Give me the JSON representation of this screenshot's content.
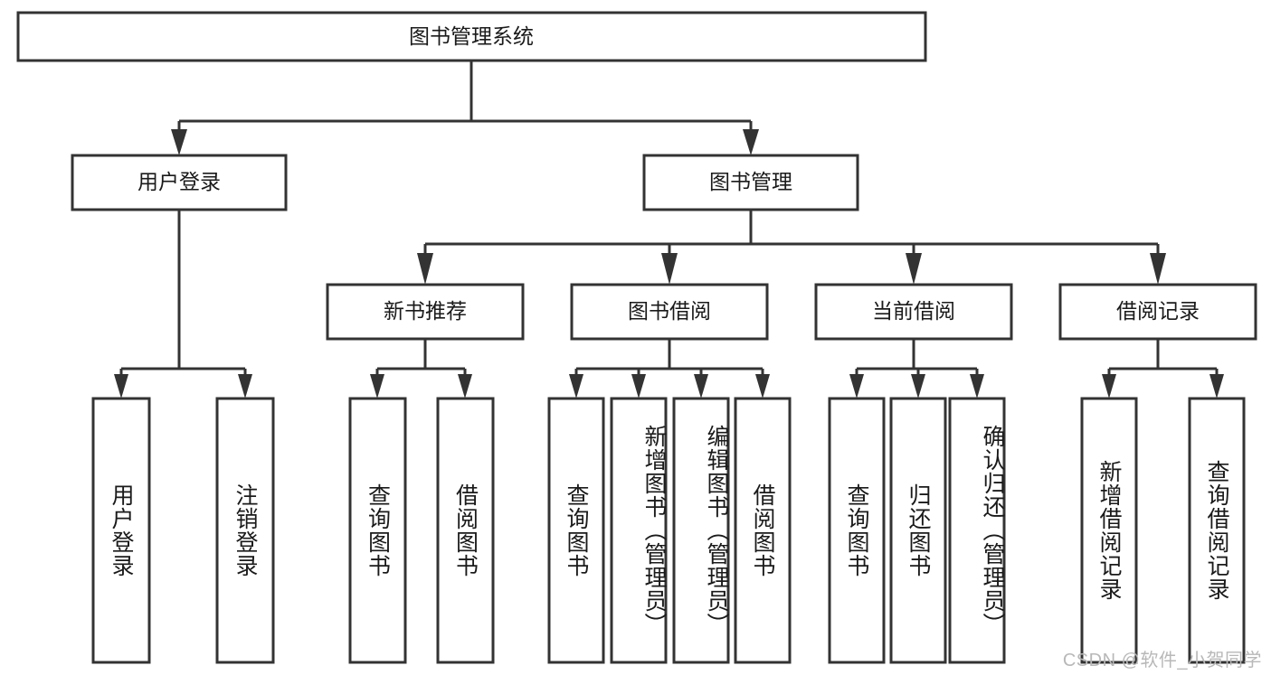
{
  "diagram": {
    "type": "tree",
    "title": "图书管理系统",
    "orientation": "top-down",
    "watermark": "CSDN @软件_小贺同学",
    "colors": {
      "box_stroke": "#333333",
      "box_fill": "#ffffff",
      "text": "#1a1a1a",
      "background": "#ffffff",
      "watermark": "#b8b8b8"
    },
    "root": {
      "label": "图书管理系统"
    },
    "level2": [
      {
        "label": "用户登录"
      },
      {
        "label": "图书管理"
      }
    ],
    "level3": [
      {
        "label": "新书推荐"
      },
      {
        "label": "图书借阅"
      },
      {
        "label": "当前借阅"
      },
      {
        "label": "借阅记录"
      }
    ],
    "leaves": {
      "user_login": [
        {
          "label": "用户登录"
        },
        {
          "label": "注销登录"
        }
      ],
      "new_book_recommend": [
        {
          "label": "查询图书"
        },
        {
          "label": "借阅图书"
        }
      ],
      "book_borrow": [
        {
          "label": "查询图书"
        },
        {
          "label": "新增图书（管理员）"
        },
        {
          "label": "编辑图书（管理员）"
        },
        {
          "label": "借阅图书"
        }
      ],
      "current_borrow": [
        {
          "label": "查询图书"
        },
        {
          "label": "归还图书"
        },
        {
          "label": "确认归还（管理员）"
        }
      ],
      "borrow_record": [
        {
          "label": "新增借阅记录"
        },
        {
          "label": "查询借阅记录"
        }
      ]
    }
  }
}
